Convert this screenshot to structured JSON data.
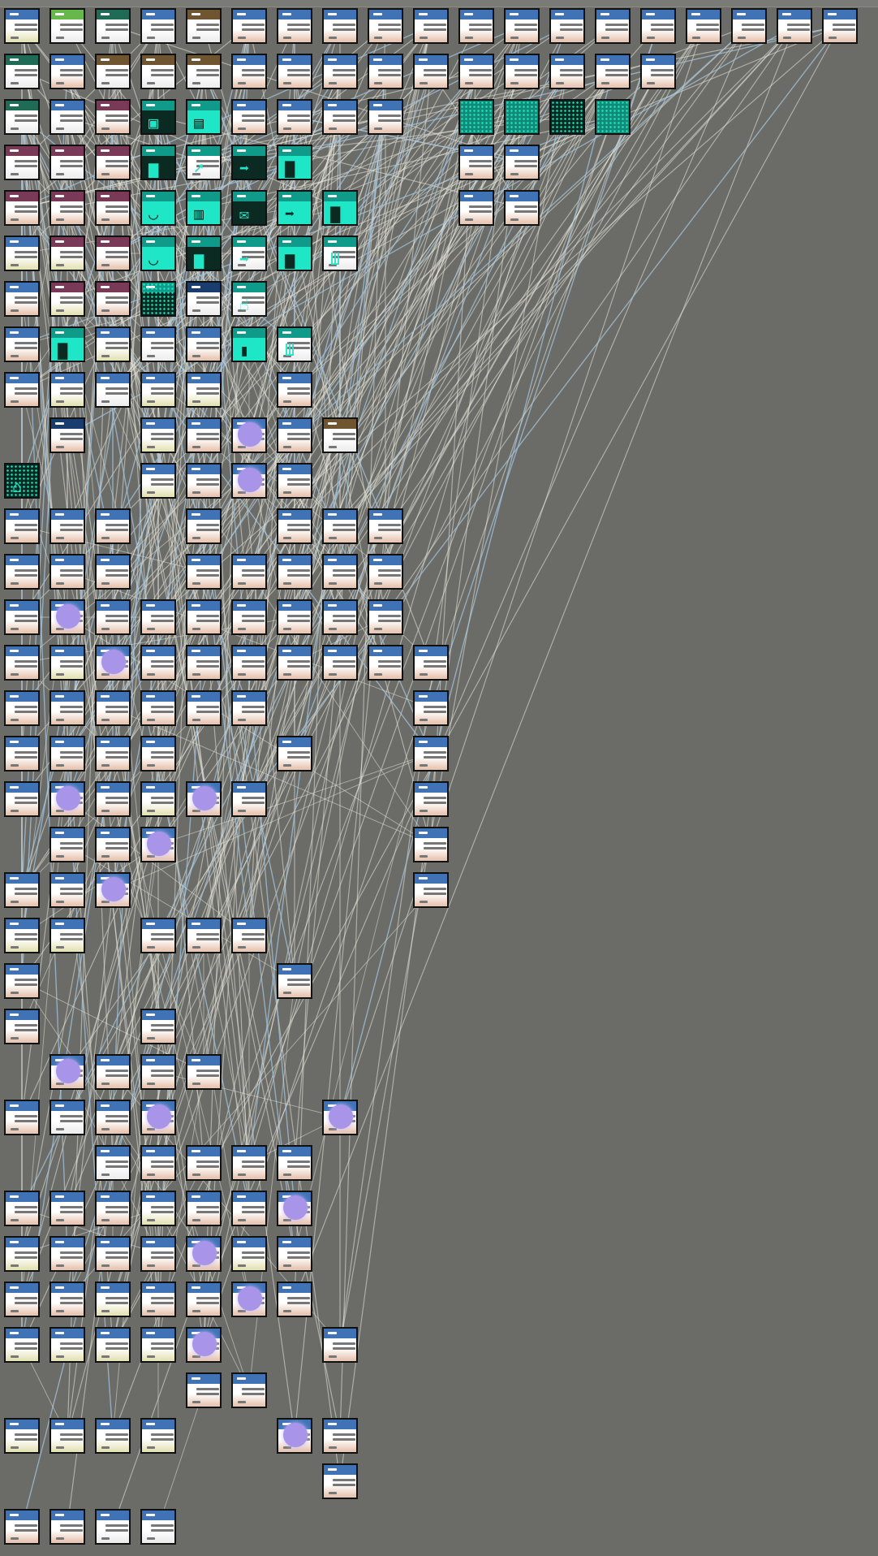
{
  "canvas": {
    "background": "#6b6c67"
  },
  "colors": {
    "hdr": {
      "blue": "#3f73b6",
      "green": "#67b84a",
      "dkgreen": "#1f6b56",
      "brown": "#6f5530",
      "maroon": "#7a3957",
      "teal": "#0f9a89",
      "navy": "#193d6e"
    },
    "body": {
      "peach": "#e8c7b4",
      "cream": "#e5e3b8",
      "white": "#eeeeee",
      "teal": "#20e6c8",
      "dark": "#0a2a22"
    },
    "wire": {
      "light": "#e6e6dc",
      "blue": "#a3c3de"
    }
  },
  "rows": [
    "b:cr g:wh dg:wh b:wh br:wh b:pe b:pe b:pe b:pe b:pe b:pe b:pe b:pe b:pe b:pe b:pe b:pe b:pe b:pe",
    "dg:wh b:pe br:wh br:wh br:wh b:pe b:pe b:pe b:pe b:pe b:pe b:pe b:pe b:pe b:pe",
    "dg:wh b:wh m:pe t:dk t:tl b:pe b:pe b:pe b:pe _ t:tlx t:tlx t:dkx t:tlx",
    "m:wh m:wh m:pe t:dk t:wh t:dk t:tl _ _ _ b:pe b:pe",
    "m:pe m:pe m:pe t:tl t:tl t:dk t:tl t:tl _ _ b:pe b:pe",
    "b:cr m:cr m:pe t:tl t:dk t:wh t:tl t:wh",
    "b:pe m:cr m:pe t:nz nv:wh t:wh",
    "b:pe t:tl b:cr b:wh b:pe t:tl t:wh",
    "b:pe b:cr b:wh b:cr b:cr _ b:pe",
    "_ nv:pe _ b:cr b:pe b:orb b:pe br:wh",
    "t:dkx _ _ b:cr b:pe b:orb b:pe",
    "b:pe b:pe b:pe _ b:pe _ b:pe b:pe b:pe",
    "b:pe b:pe b:pe _ b:pe b:pe b:pe b:pe b:pe",
    "b:pe b:orb b:pe b:pe b:pe b:pe b:pe b:pe b:pe",
    "b:pe b:cr b:orb b:pe b:pe b:pe b:pe b:pe b:pe b:pe",
    "b:pe b:pe b:pe b:pe b:pe b:pe _ _ _ b:pe",
    "b:pe b:pe b:pe b:pe _ _ b:pe _ _ b:pe",
    "b:pe b:orb b:pe b:cr b:orb b:pe _ _ _ b:pe",
    "_ b:pe b:pe b:orb _ _ _ _ _ b:pe",
    "b:pe b:pe b:orb _ _ _ _ _ _ b:pe",
    "b:cr b:cr _ b:pe b:pe b:pe",
    "b:pe _ _ _ _ _ b:pe",
    "b:pe _ _ b:pe",
    "_ b:orb b:pe b:pe b:pe",
    "b:pe b:wh b:pe b:orb _ _ _ b:orb",
    "_ _ b:wh b:pe b:pe b:pe b:pe",
    "b:pe b:pe b:pe b:cr b:pe b:pe b:orb",
    "b:cr b:pe b:pe b:pe b:orb b:cr b:pe",
    "b:pe b:pe b:cr b:pe b:pe b:orb b:pe",
    "b:cr b:cr b:cr b:cr b:orb _ _ b:pe",
    "_ _ _ _ b:pe b:pe",
    "b:cr b:cr b:cr b:cr _ _ b:orb b:pe",
    "_ _ _ _ _ _ _ b:pe",
    "b:pe b:pe b:wh b:wh"
  ],
  "glyphs": {
    "2-3": "▣",
    "2-4": "▤",
    "3-3": "▆",
    "3-4": "➚",
    "3-5": "➡",
    "3-6": "▇",
    "4-3": "◡",
    "4-4": "▥",
    "4-5": "✉",
    "4-6": "➡",
    "4-7": "▇",
    "5-3": "◡",
    "5-4": "▆",
    "5-5": "➡",
    "5-6": "▆",
    "5-7": "Ш",
    "6-5": "☝",
    "7-1": "▇",
    "7-5": "▮",
    "7-6": "Ш",
    "10-0": "⌂"
  }
}
